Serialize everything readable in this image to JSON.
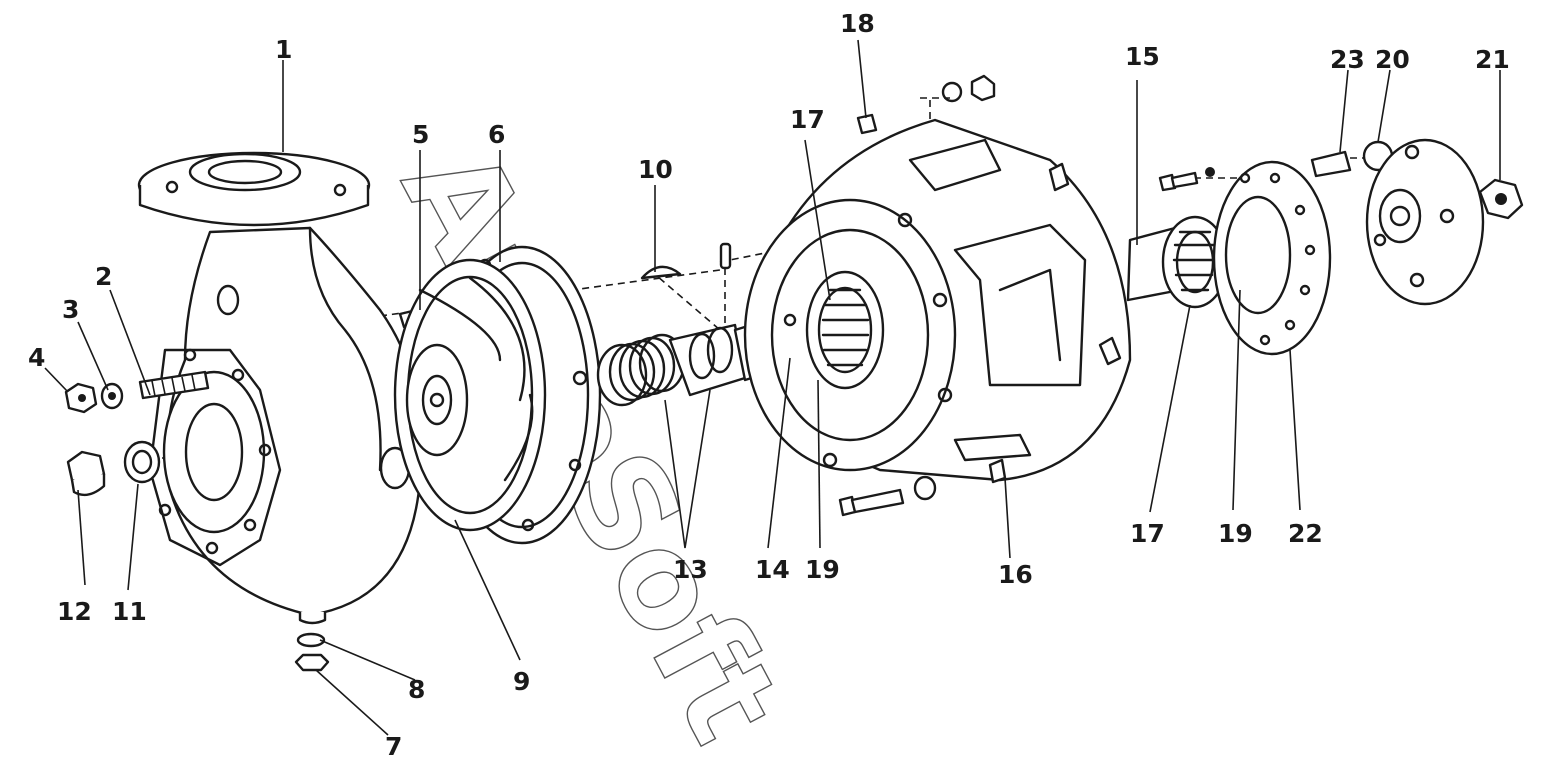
{
  "watermark": "AutoSoft",
  "callouts": [
    "1",
    "2",
    "3",
    "4",
    "5",
    "6",
    "7",
    "8",
    "9",
    "10",
    "11",
    "12",
    "13",
    "14",
    "15",
    "16",
    "17",
    "17",
    "18",
    "19",
    "19",
    "20",
    "21",
    "22",
    "23"
  ],
  "colors": {
    "ink": "#1a1a1a",
    "paper": "#ffffff"
  }
}
